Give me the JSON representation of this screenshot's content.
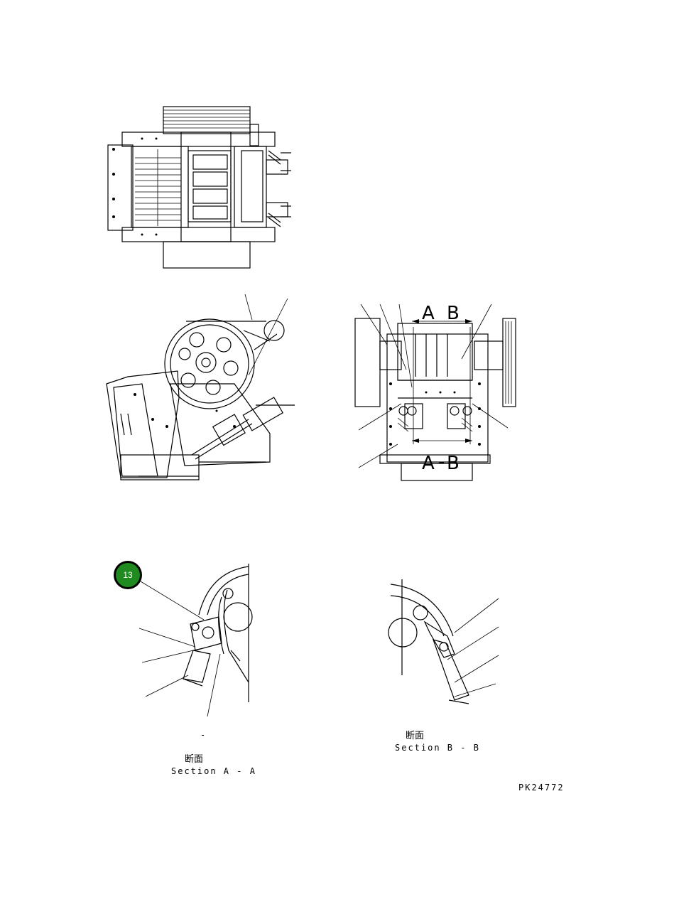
{
  "badge": {
    "number": "13",
    "color": "#1f8a1f"
  },
  "side_view": {
    "label_a_top": "A",
    "label_b_top": "B",
    "label_a_bottom": "A",
    "label_dash": "-",
    "label_b_bottom": "B"
  },
  "section_a": {
    "dash": "-",
    "jp_title": "断面",
    "title": "Section A - A"
  },
  "section_b": {
    "jp_title": "断面",
    "title": "Section B - B"
  },
  "drawing_number": "PK24772"
}
